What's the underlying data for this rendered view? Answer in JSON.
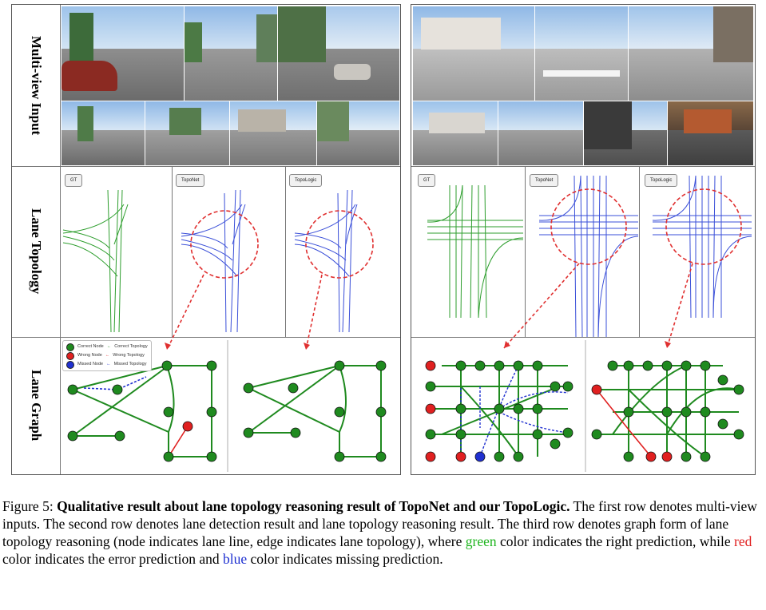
{
  "row_labels": [
    "Multi-view Input",
    "Lane Topology",
    "Lane Graph"
  ],
  "method_tags": [
    "GT",
    "TopoNet",
    "TopoLogic"
  ],
  "legend": {
    "correct_node": "Correct Node",
    "wrong_node": "Wrong Node",
    "missed_node": "Missed Node",
    "correct_topology": "Correct Topology",
    "wrong_topology": "Wrong Topology",
    "missed_topology": "Missed Topology"
  },
  "colors": {
    "correct": "#1f8a1f",
    "wrong": "#e02020",
    "missed": "#2030d0",
    "topo_gt": "#2e9e2e",
    "topo_pred": "#3a4fd8",
    "circle": "#e03030"
  },
  "caption": {
    "label": "Figure 5:",
    "title": "Qualitative result about lane topology reasoning result of TopoNet and our TopoLogic.",
    "text1": "The first row denotes multi-view inputs.  The second row denotes lane detection result and lane topology reasoning result.  The third row denotes graph form of lane topology reasoning (node indicates lane line, edge indicates lane topology), where ",
    "green_word": "green",
    "text2": " color indicates the right prediction, while ",
    "red_word": "red",
    "text3": " color indicates the error prediction and ",
    "blue_word": "blue",
    "text4": " color indicates missing prediction."
  }
}
